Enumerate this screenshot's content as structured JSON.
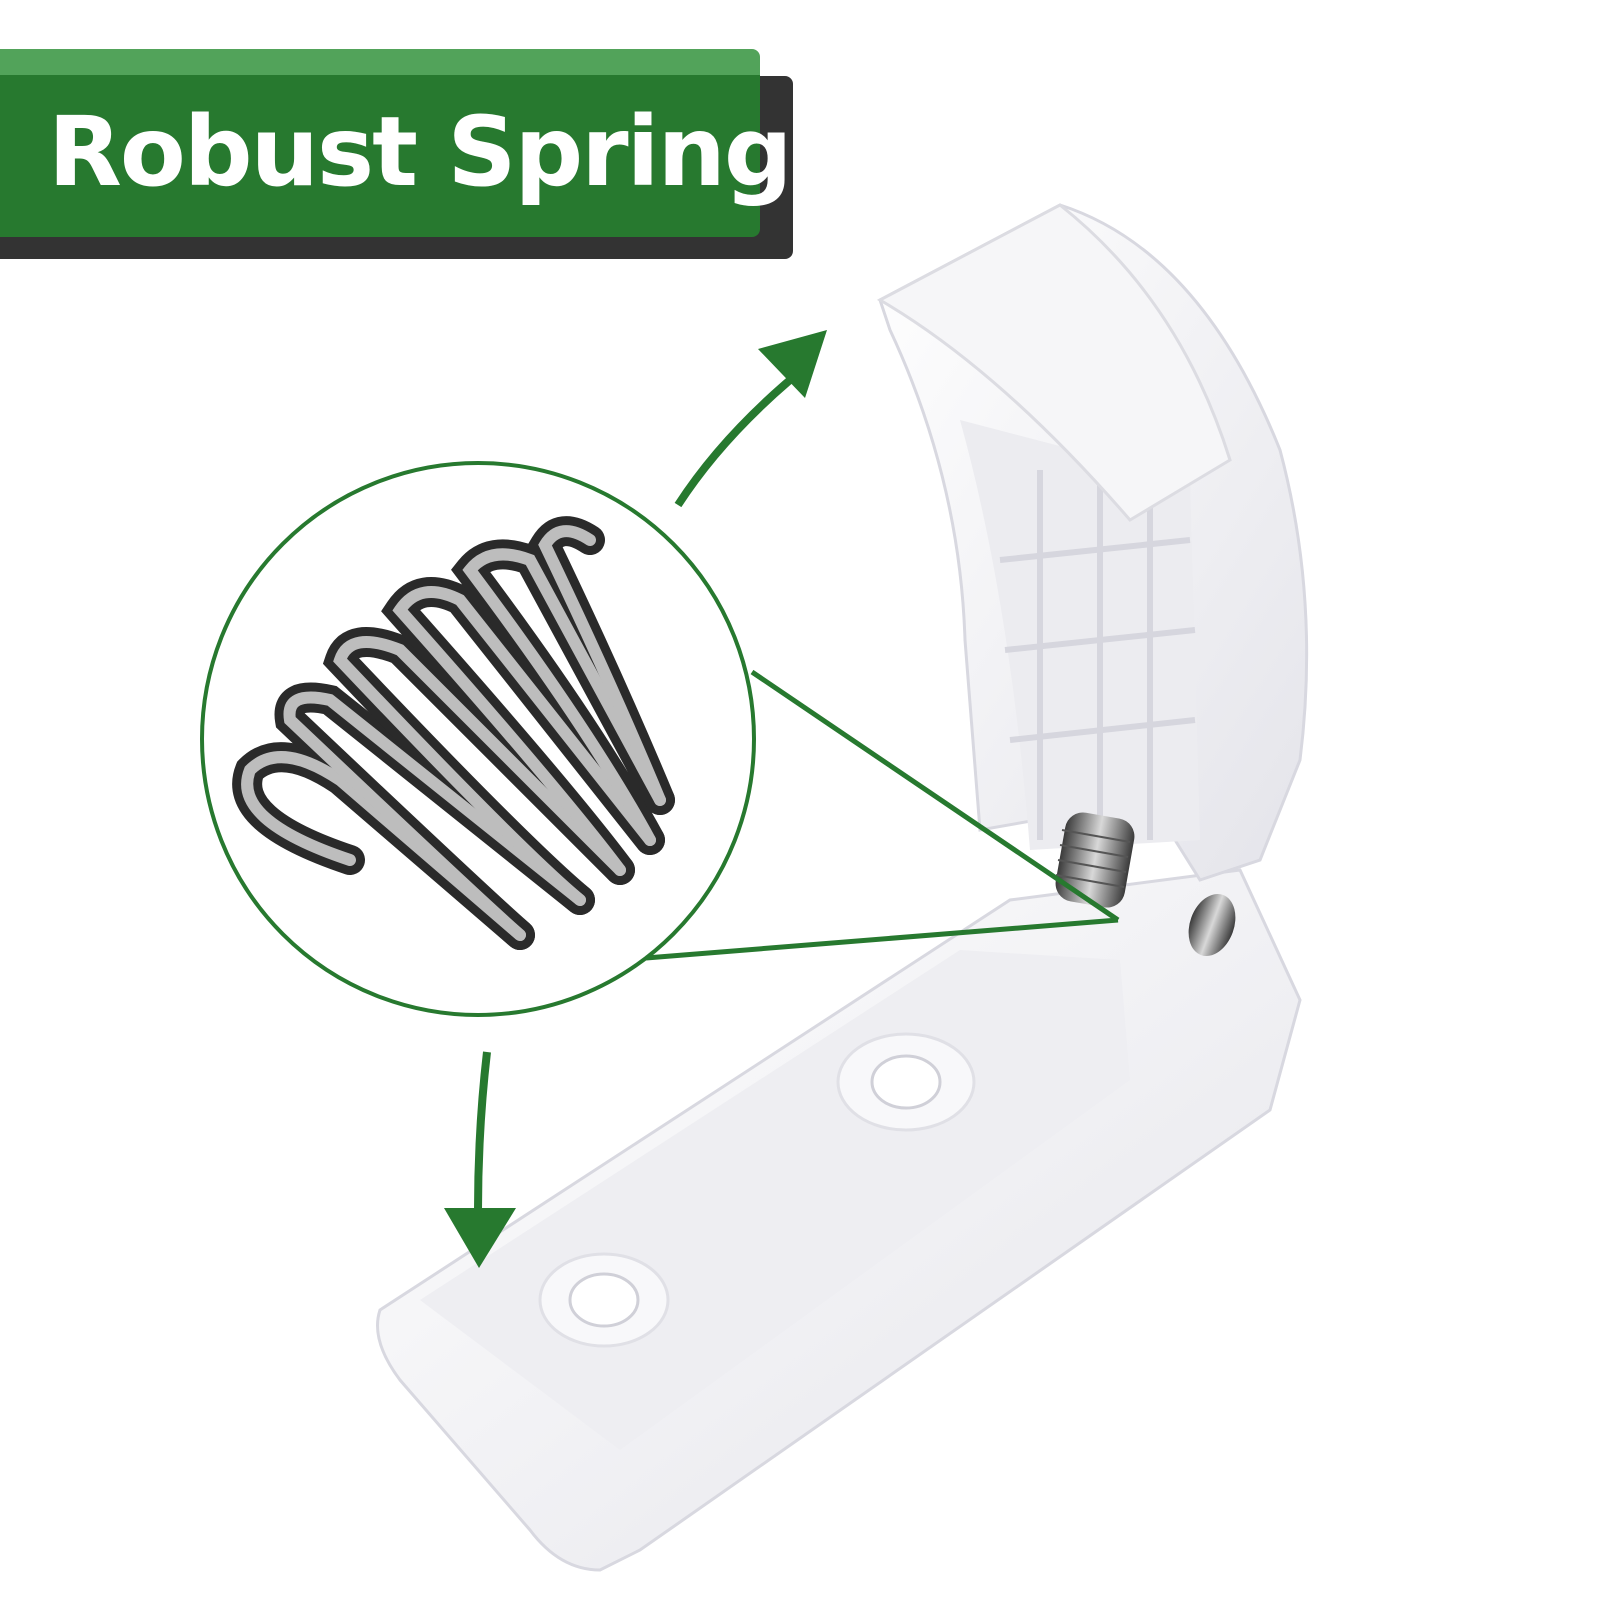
{
  "banner": {
    "title": "Robust Spring"
  },
  "colors": {
    "banner_green": "#27792f",
    "banner_light_green": "#52a35a",
    "banner_shadow": "#333333",
    "callout_green": "#27792f",
    "product_white": "#f4f4f6",
    "spring_metal": "#6b6b6b"
  },
  "scene": {
    "subject": "white plastic spring-loaded hinge latch",
    "callout": "magnified conical steel spring",
    "arrows": [
      "up-right",
      "down"
    ]
  }
}
